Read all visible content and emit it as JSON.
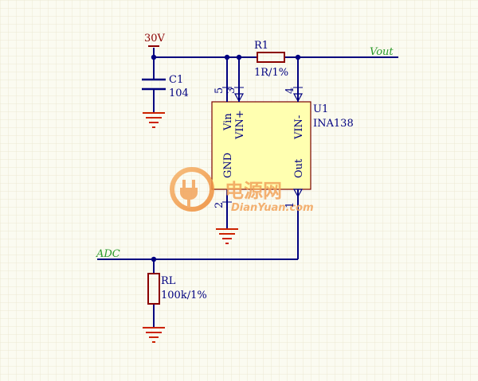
{
  "supply": {
    "label": "30V"
  },
  "capacitor": {
    "ref": "C1",
    "value": "104"
  },
  "resistor_shunt": {
    "ref": "R1",
    "value": "1R/1%"
  },
  "output_net": {
    "label": "Vout"
  },
  "ic": {
    "ref": "U1",
    "part": "INA138",
    "pins": [
      {
        "number": "5",
        "name": "Vin"
      },
      {
        "number": "3",
        "name": "VIN+"
      },
      {
        "number": "4",
        "name": "VIN-"
      },
      {
        "number": "2",
        "name": "GND"
      },
      {
        "number": "1",
        "name": "Out"
      }
    ]
  },
  "adc_net": {
    "label": "ADC"
  },
  "load_resistor": {
    "ref": "RL",
    "value": "100k/1%"
  },
  "watermark": {
    "cn": "电源网",
    "en": "DianYuan.com"
  },
  "colors": {
    "wire": "#000080",
    "power": "#8b0000",
    "ground": "#cc2200",
    "net_label": "#2a9a2a",
    "ic_fill": "#ffffb0",
    "ic_outline": "#7a0000",
    "grid": "#ece8d4",
    "watermark": "#f2a35a"
  }
}
